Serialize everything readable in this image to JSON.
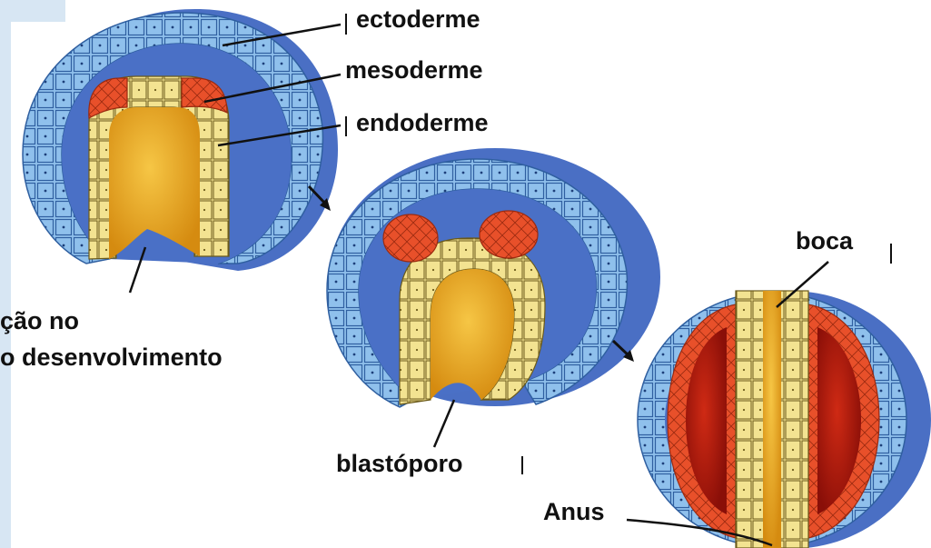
{
  "labels": {
    "ectoderm": "ectoderme",
    "mesoderm": "mesoderme",
    "endoderm": "endoderme",
    "caption_line1": "ção no",
    "caption_line2": "o desenvolvimento",
    "mouth": "boca",
    "blastopore": "blastóporo",
    "anus": "Anus"
  },
  "colors": {
    "ectoderm": "#8fc0ec",
    "ectoderm_outer": "#4a6fc4",
    "mesoderm": "#e8502a",
    "endoderm": "#f3e391",
    "lumen": "#e0a21a",
    "coelom": "#a9160c"
  }
}
